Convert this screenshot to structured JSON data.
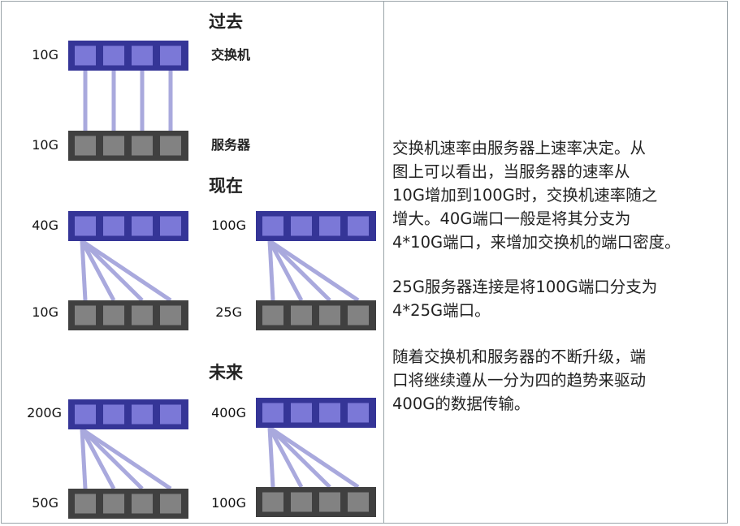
{
  "colors": {
    "switch_body": "#353597",
    "switch_port": "#7b78d7",
    "server_body": "#404040",
    "server_port": "#828282",
    "link": "#a9a9dd",
    "border": "#9aa3a8",
    "text": "#222222"
  },
  "sections": [
    {
      "heading": "过去",
      "groups": [
        {
          "switch_speed": "10G",
          "server_speed": "10G",
          "fanout": false,
          "switch_tag": "交换机",
          "server_tag": "服务器"
        }
      ]
    },
    {
      "heading": "现在",
      "groups": [
        {
          "switch_speed": "40G",
          "server_speed": "10G",
          "fanout": true
        },
        {
          "switch_speed": "100G",
          "server_speed": "25G",
          "fanout": true
        }
      ]
    },
    {
      "heading": "未来",
      "groups": [
        {
          "switch_speed": "200G",
          "server_speed": "50G",
          "fanout": true
        },
        {
          "switch_speed": "400G",
          "server_speed": "100G",
          "fanout": true
        }
      ]
    }
  ],
  "description": {
    "paragraph_1": "交换机速率由服务器上速率决定。从\n图上可以看出，当服务器的速率从\n10G增加到100G时，交换机速率随之\n增大。40G端口一般是将其分支为\n4*10G端口，来增加交换机的端口密度。",
    "paragraph_2": "25G服务器连接是将100G端口分支为\n4*25G端口。",
    "paragraph_3": "随着交换机和服务器的不断升级，端\n口将继续遵从一分为四的趋势来驱动\n400G的数据传输。"
  }
}
